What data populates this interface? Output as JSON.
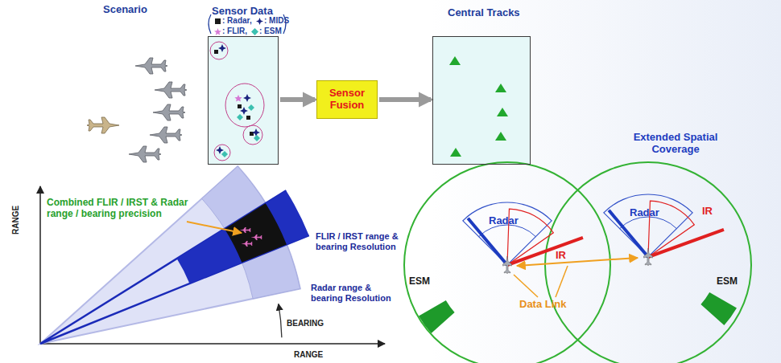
{
  "diagram": {
    "nodes": [
      {
        "text": [
          "Sensor Data"
        ]
      },
      {
        "text": [
          "Sensor Fusion"
        ]
      },
      {
        "text": [
          "Central Tracks"
        ]
      }
    ],
    "edges": [
      {
        "from": 0,
        "to": 1,
        "arrow": "to"
      },
      {
        "from": 1,
        "to": 2,
        "arrow": "to"
      }
    ],
    "labels": [
      "Scenario",
      "RANGE",
      "Combined FLIR / IRST & Radar range / bearing precision",
      "FLIR / IRST range & bearing Resolution",
      "Radar range & bearing Resolution",
      "BEARING",
      "RANGE",
      "Extended Spatial Coverage",
      "Radar",
      "IR",
      "ESM",
      "Data Link",
      "Radar",
      "IR",
      "ESM"
    ],
    "legend": [
      {
        "text": ": Radar,",
        "color": "#1a1a1a"
      },
      {
        "text": ": MIDS",
        "color": "#1a237e"
      },
      {
        "text": ": FLIR,",
        "color": "#d67ad6"
      },
      {
        "text": ": ESM",
        "color": "#3cc0b0"
      }
    ]
  }
}
